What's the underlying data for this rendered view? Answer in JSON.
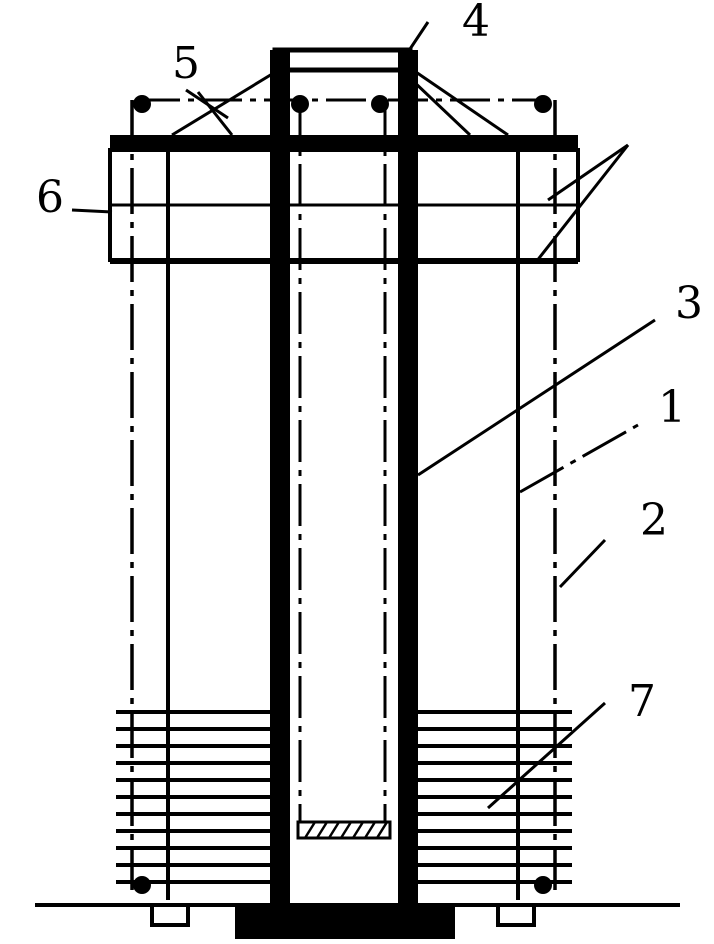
{
  "diagram": {
    "callouts": [
      {
        "id": "label-1",
        "text": "1"
      },
      {
        "id": "label-2",
        "text": "2"
      },
      {
        "id": "label-3",
        "text": "3"
      },
      {
        "id": "label-4",
        "text": "4"
      },
      {
        "id": "label-5",
        "text": "5"
      },
      {
        "id": "label-6",
        "text": "6"
      },
      {
        "id": "label-7",
        "text": "7"
      }
    ],
    "colors": {
      "ink": "#000000",
      "paper": "#ffffff"
    }
  }
}
